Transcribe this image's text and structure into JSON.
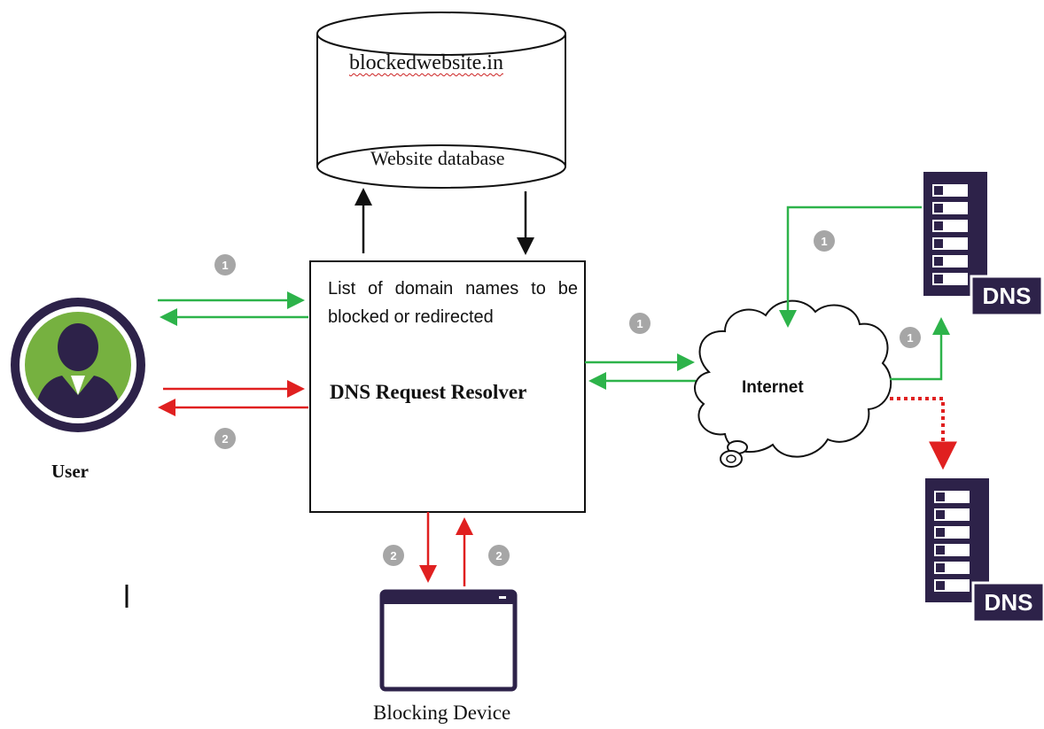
{
  "database": {
    "entry": "blockedwebsite.in",
    "label": "Website database"
  },
  "resolver": {
    "list_text": "List of domain names to be blocked or redirected",
    "title": "DNS Request Resolver"
  },
  "user": {
    "label": "User"
  },
  "internet": {
    "label": "Internet"
  },
  "blocking_device": {
    "label": "Blocking Device"
  },
  "dns_servers": [
    {
      "label": "DNS"
    },
    {
      "label": "DNS"
    }
  ],
  "step_badges": {
    "user_green": "1",
    "user_red": "2",
    "resolver_internet": "1",
    "internet_dns_top_return": "1",
    "internet_dns_top": "1",
    "resolver_device_down": "2",
    "resolver_device_up": "2"
  },
  "colors": {
    "green_flow": "#2db34a",
    "red_flow": "#e02020",
    "server_purple": "#2d2249",
    "user_green": "#76b140",
    "badge_gray": "#a6a6a6"
  }
}
